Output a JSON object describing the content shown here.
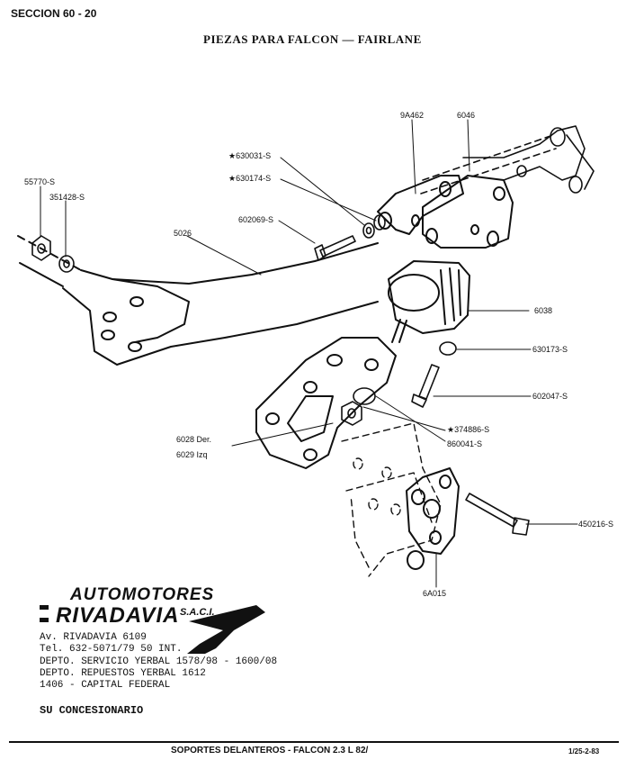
{
  "header": {
    "section": "SECCION 60 - 20",
    "title": "PIEZAS PARA FALCON — FAIRLANE"
  },
  "parts": [
    {
      "id": "p1",
      "label": "9A462"
    },
    {
      "id": "p2",
      "label": "6046"
    },
    {
      "id": "p3",
      "label": "★630031-S"
    },
    {
      "id": "p4",
      "label": "★630174-S"
    },
    {
      "id": "p5",
      "label": "55770-S"
    },
    {
      "id": "p6",
      "label": "351428-S"
    },
    {
      "id": "p7",
      "label": "602069-S"
    },
    {
      "id": "p8",
      "label": "5026"
    },
    {
      "id": "p9",
      "label": "6038"
    },
    {
      "id": "p10",
      "label": "630173-S"
    },
    {
      "id": "p11",
      "label": "602047-S"
    },
    {
      "id": "p12",
      "label": "★374886-S"
    },
    {
      "id": "p13",
      "label": "860041-S"
    },
    {
      "id": "p14",
      "label": "6028 Der."
    },
    {
      "id": "p15",
      "label": "6029 Izq"
    },
    {
      "id": "p16",
      "label": "450216-S"
    },
    {
      "id": "p17",
      "label": "6A015"
    }
  ],
  "dealer": {
    "logo_line1": "AUTOMOTORES",
    "logo_line2": "RIVADAVIA",
    "logo_suffix": "S.A.C.I.",
    "address": "Av. RIVADAVIA 6109",
    "phone": "Tel. 632-5071/79 50 INT.",
    "service": "DEPTO. SERVICIO YERBAL 1578/98 - 1600/08",
    "parts_dept": "DEPTO. REPUESTOS YERBAL 1612",
    "city": "1406 - CAPITAL FEDERAL",
    "tagline": "SU CONCESIONARIO"
  },
  "footer": {
    "caption": "SOPORTES DELANTEROS - FALCON 2.3 L 82/",
    "code": "1/25-2-83"
  }
}
